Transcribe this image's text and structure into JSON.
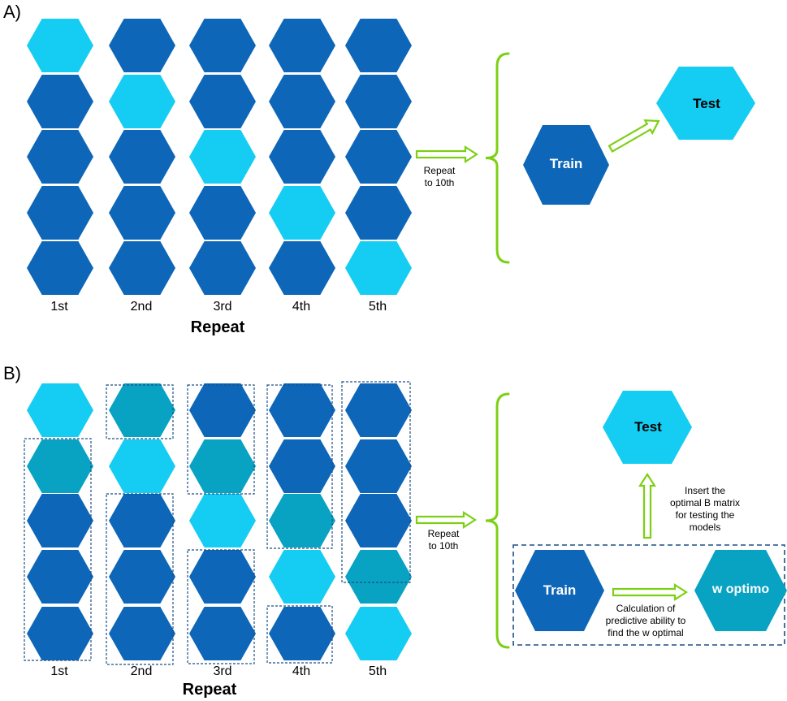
{
  "colors": {
    "dark_blue": "#0d66b8",
    "light_blue": "#15cdf2",
    "teal": "#08a2c2",
    "green": "#7cd014",
    "dash": "#1b4f87"
  },
  "panel_a": {
    "label": "A)",
    "repeat_title": "Repeat",
    "columns": [
      "1st",
      "2nd",
      "3rd",
      "4th",
      "5th"
    ],
    "repeat_note": [
      "Repeat",
      "to 10th"
    ],
    "train": "Train",
    "test": "Test",
    "grid": [
      [
        "light",
        "dark",
        "dark",
        "dark",
        "dark"
      ],
      [
        "dark",
        "light",
        "dark",
        "dark",
        "dark"
      ],
      [
        "dark",
        "dark",
        "light",
        "dark",
        "dark"
      ],
      [
        "dark",
        "dark",
        "dark",
        "light",
        "dark"
      ],
      [
        "dark",
        "dark",
        "dark",
        "dark",
        "light"
      ]
    ]
  },
  "panel_b": {
    "label": "B)",
    "repeat_title": "Repeat",
    "columns": [
      "1st",
      "2nd",
      "3rd",
      "4th",
      "5th"
    ],
    "repeat_note": [
      "Repeat",
      "to 10th"
    ],
    "train": "Train",
    "test": "Test",
    "w_optimo": "w optimo",
    "insert_note": [
      "Insert the",
      "optimal B matrix",
      "for testing the",
      "models"
    ],
    "calc_note": [
      "Calculation of",
      "predictive ability to",
      "find the w optimal"
    ],
    "grid": [
      [
        "light",
        "teal",
        "dark",
        "dark",
        "dark"
      ],
      [
        "teal",
        "light",
        "teal",
        "dark",
        "dark"
      ],
      [
        "dark",
        "dark",
        "light",
        "teal",
        "dark"
      ],
      [
        "dark",
        "dark",
        "dark",
        "light",
        "teal"
      ],
      [
        "dark",
        "dark",
        "dark",
        "dark",
        "light"
      ]
    ]
  }
}
